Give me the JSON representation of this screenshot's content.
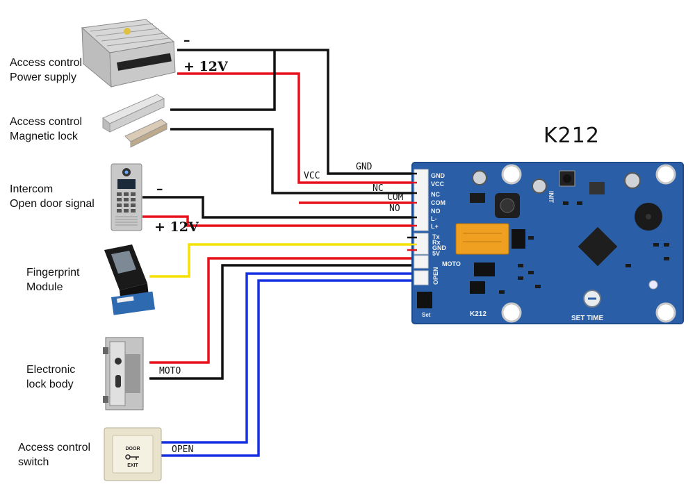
{
  "board": {
    "title": "K212",
    "pins_top": [
      "GND",
      "VCC",
      "NC",
      "COM",
      "NO",
      "L-",
      "L+"
    ],
    "pins_mid": [
      "Tx",
      "Rx",
      "GND",
      "5V"
    ],
    "pins_bottom": [
      "MOTO",
      "OPEN"
    ],
    "silk_set": "Set",
    "silk_k212": "K212",
    "silk_set_time": "SET TIME",
    "silk_init": "INIT",
    "colors": {
      "pcb": "#2a5fa8",
      "pcb_edge": "#1d4a8c",
      "relay": "#f0a020"
    }
  },
  "devices": [
    {
      "id": "power",
      "label": "Access control\nPower supply"
    },
    {
      "id": "maglock",
      "label": "Access control\nMagnetic lock"
    },
    {
      "id": "intercom",
      "label": "Intercom\nOpen door signal"
    },
    {
      "id": "fingerprint",
      "label": "Fingerprint\nModule"
    },
    {
      "id": "lockbody",
      "label": "Electronic\nlock body"
    },
    {
      "id": "switch",
      "label": "Access control\nswitch"
    }
  ],
  "wire_labels": {
    "power_minus": "–",
    "power_plus": "+ 12V",
    "intercom_minus": "–",
    "intercom_plus": "+ 12V",
    "gnd": "GND",
    "vcc": "VCC",
    "nc": "NC",
    "com": "COM",
    "no": "NO",
    "moto": "MOTO",
    "open": "OPEN"
  },
  "switch_face": {
    "line1": "DOOR",
    "line2": "EXIT"
  },
  "wire_colors": {
    "black": "#111111",
    "red": "#e8101a",
    "yellow": "#f5e000",
    "blue": "#1530e0"
  }
}
